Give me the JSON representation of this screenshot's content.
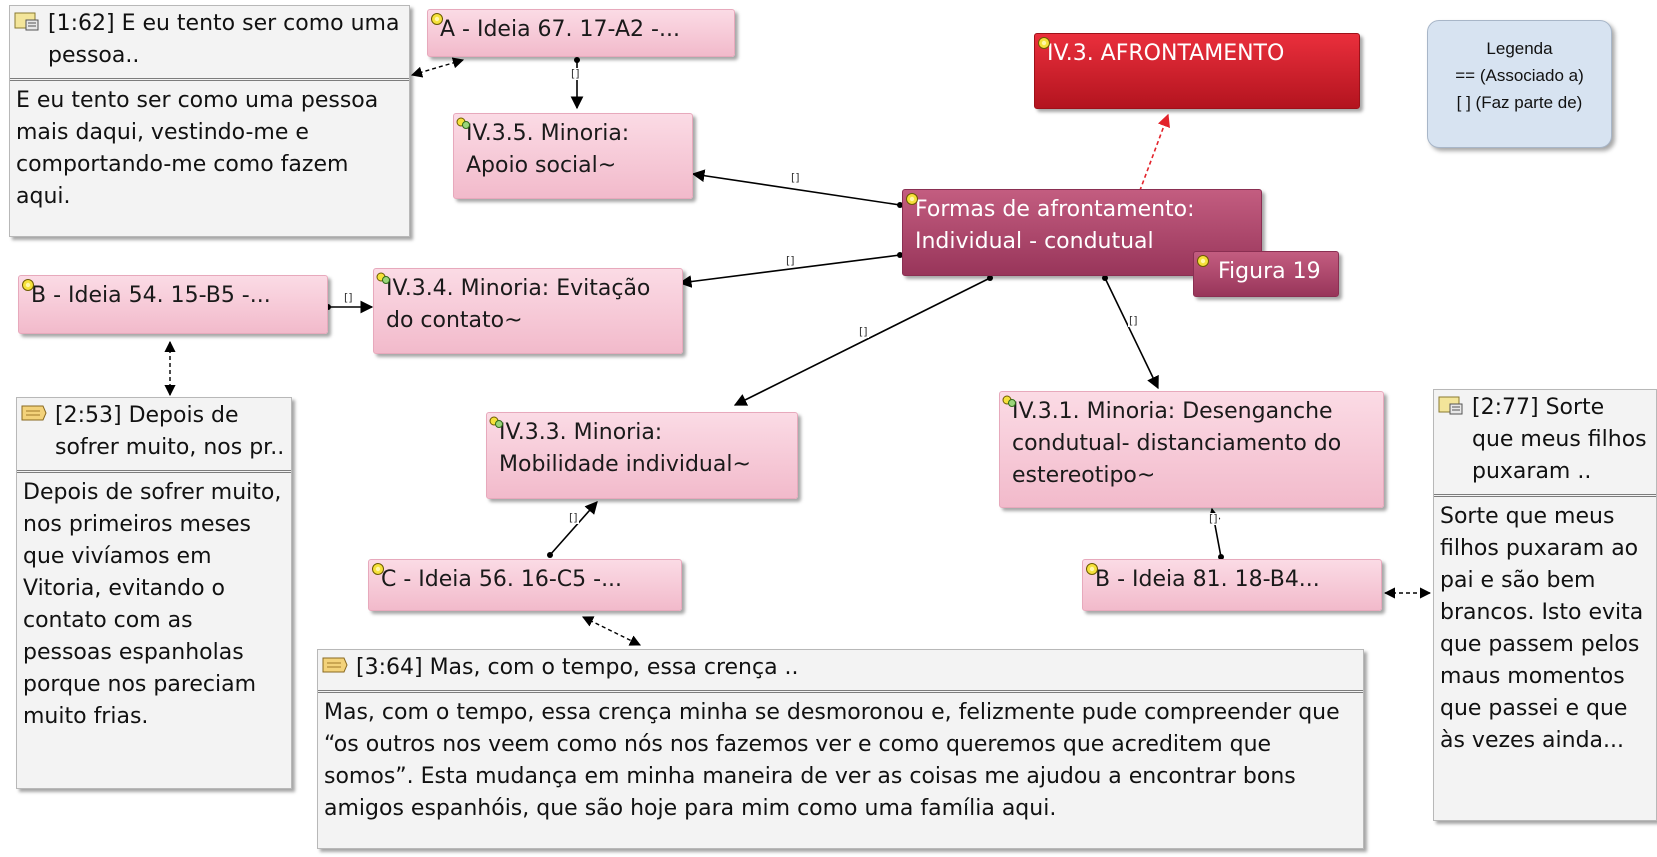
{
  "legend": {
    "title": "Legenda",
    "assoc": "== (Associado a)",
    "part": "[ ]  (Faz parte de)"
  },
  "codes": {
    "afrontamento": "IV.3. AFRONTAMENTO",
    "formas": "Formas de afrontamento: Individual - condutual",
    "figura": "Figura 19",
    "apoio": "IV.3.5. Minoria: Apoio social~",
    "evitacao": "IV.3.4. Minoria: Evitação do contato~",
    "mobilidade": "IV.3.3. Minoria: Mobilidade individual~",
    "desenganche": "IV.3.1. Minoria: Desenganche condutual- distanciamento do estereotipo~",
    "ideia_a": "A - Ideia 67. 17-A2  -...",
    "ideia_b54": "B - Ideia 54. 15-B5  -...",
    "ideia_c": "C - Ideia 56. 16-C5  -...",
    "ideia_b81": "B - Ideia 81. 18-B4..."
  },
  "quotes": {
    "q162": {
      "head": "[1:62] E eu tento ser como uma pessoa..",
      "body": "E eu tento ser como uma pessoa mais daqui, vestindo-me e comportando-me como fazem aqui."
    },
    "q253": {
      "head": "[2:53] Depois de sofrer muito, nos pr..",
      "body": "Depois de sofrer muito, nos primeiros meses que vivíamos em Vitoria, evitando o contato com as pessoas espanholas porque nos pareciam muito frias."
    },
    "q364": {
      "head": "[3:64] Mas, com o tempo, essa crença ..",
      "body": "Mas, com o tempo, essa crença minha se desmoronou e, felizmente pude compreender que “os outros nos veem como nós nos fazemos ver e como queremos que acreditem que somos”. Esta mudança em minha maneira de ver as coisas me ajudou a encontrar bons amigos espanhóis, que são hoje para mim como uma família aqui."
    },
    "q277": {
      "head": "[2:77] Sorte que meus filhos puxaram ..",
      "body": "Sorte que meus filhos puxaram ao pai e são bem brancos. Isto evita que passem pelos maus momentos que passei e que às vezes ainda..."
    }
  },
  "link_label": "[]",
  "colors": {
    "code_fill": "#f4c3d2",
    "core_fill": "#a8416a",
    "top_fill": "#d21f2c",
    "legend_fill": "#d7e3f1",
    "assoc_link": "#e3232b"
  }
}
